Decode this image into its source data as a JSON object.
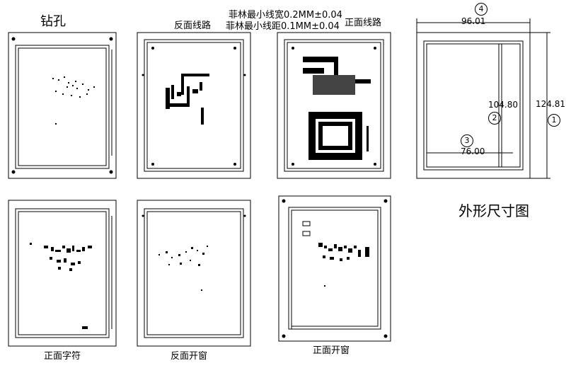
{
  "labels": {
    "drill": "钻孔",
    "back_traces": "反面线路",
    "spec_line1": "菲林最小线宽0.2MM±0.04",
    "spec_line2": "菲林最小线距0.1MM±0.04",
    "front_traces": "正面线路",
    "front_silk": "正面字符",
    "back_mask": "反面开窗",
    "front_mask": "正面开窗",
    "outline_title": "外形尺寸图"
  },
  "dimensions": {
    "width_top": "96.01",
    "height_outer": "124.81",
    "height_inner": "104.80",
    "width_bottom": "76.00",
    "marker_1": "1",
    "marker_2": "2",
    "marker_3": "3",
    "marker_4": "4"
  }
}
